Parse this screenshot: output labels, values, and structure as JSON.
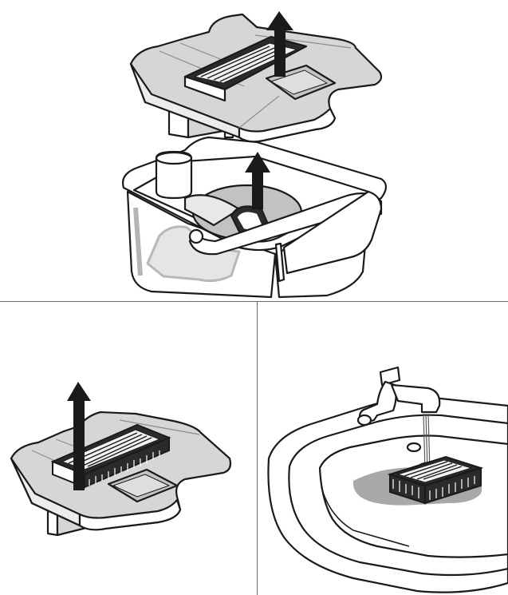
{
  "figure": {
    "panels": [
      {
        "id": "remove-lid-and-filter",
        "icons": [
          "lid-icon",
          "water-filter-icon",
          "water-tank-icon",
          "up-arrow-icon"
        ]
      },
      {
        "id": "remove-filter-from-lid",
        "icons": [
          "lid-icon",
          "water-filter-icon",
          "up-arrow-icon"
        ]
      },
      {
        "id": "rinse-filter-under-tap",
        "icons": [
          "tap-icon",
          "sink-icon",
          "water-filter-icon"
        ]
      }
    ],
    "colors": {
      "line": "#1a1a1a",
      "grey_fill": "#d6d6d6",
      "mid_grey": "#a8a8a8",
      "dark": "#2b2b2b",
      "panel_border": "#6a6a6a"
    }
  }
}
